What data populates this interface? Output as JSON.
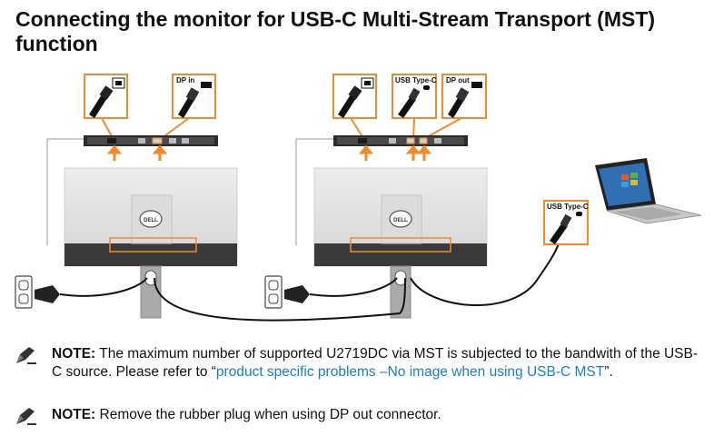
{
  "title": "Connecting the monitor for USB-C Multi-Stream Transport (MST) function",
  "labels": {
    "dp_in": "DP in",
    "usb_type_c_1": "USB Type-C",
    "dp_out": "DP out",
    "usb_type_c_2": "USB Type-C",
    "logo_1": "DELL",
    "logo_2": "DELL"
  },
  "notes": [
    {
      "prefix": "NOTE:",
      "text_before": " The maximum number of supported U2719DC via MST is subjected to the bandwith of the USB-C source. Please refer to “",
      "link": "product specific problems –No image when using USB-C MST",
      "text_after": "”."
    },
    {
      "prefix": "NOTE:",
      "text_before": " Remove the rubber plug when using DP out connector.",
      "link": "",
      "text_after": ""
    }
  ],
  "colors": {
    "accent": "#f08a2c",
    "cable": "#111111",
    "link": "#1a7fc1"
  }
}
